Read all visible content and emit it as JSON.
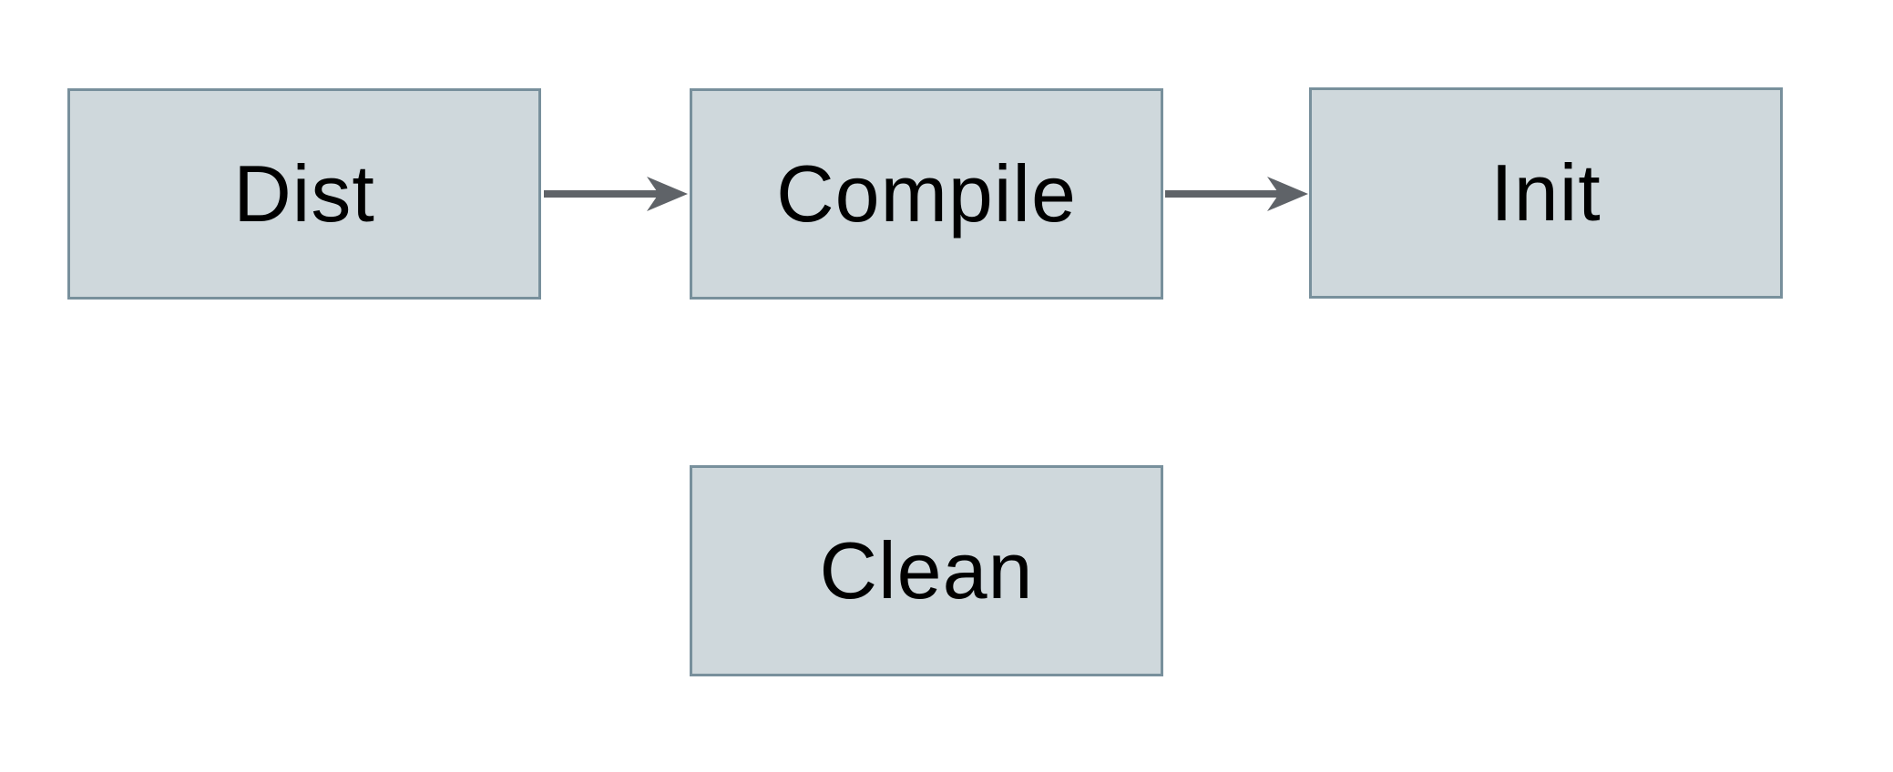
{
  "diagram": {
    "type": "flowchart",
    "background_color": "#ffffff",
    "node_fill_color": "#cfd8dc",
    "node_border_color": "#78909c",
    "node_text_color": "#000000",
    "arrow_color": "#5f6368",
    "nodes": [
      {
        "id": "dist",
        "label": "Dist",
        "row": 1
      },
      {
        "id": "compile",
        "label": "Compile",
        "row": 1
      },
      {
        "id": "init",
        "label": "Init",
        "row": 1
      },
      {
        "id": "clean",
        "label": "Clean",
        "row": 2
      }
    ],
    "edges": [
      {
        "from": "Dist",
        "to": "Compile",
        "style": "arrow-right"
      },
      {
        "from": "Compile",
        "to": "Init",
        "style": "arrow-right"
      }
    ]
  }
}
